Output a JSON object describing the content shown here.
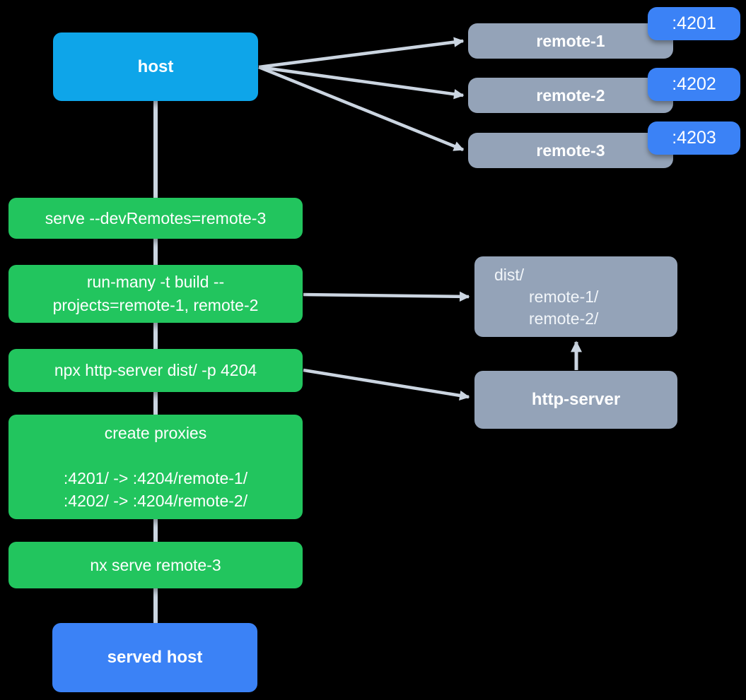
{
  "diagram": {
    "host": {
      "label": "host"
    },
    "remotes": [
      {
        "label": "remote-1",
        "port": ":4201"
      },
      {
        "label": "remote-2",
        "port": ":4202"
      },
      {
        "label": "remote-3",
        "port": ":4203"
      }
    ],
    "steps": [
      {
        "lines": [
          "serve --devRemotes=remote-3"
        ]
      },
      {
        "lines": [
          "run-many -t build --",
          "projects=remote-1, remote-2"
        ]
      },
      {
        "lines": [
          "npx http-server dist/ -p 4204"
        ]
      },
      {
        "lines": [
          "create proxies",
          "",
          ":4201/ -> :4204/remote-1/",
          ":4202/ -> :4204/remote-2/"
        ]
      },
      {
        "lines": [
          "nx serve remote-3"
        ]
      }
    ],
    "dist": {
      "lines": [
        "dist/",
        "remote-1/",
        "remote-2/"
      ]
    },
    "http_server": {
      "label": "http-server"
    },
    "served_host": {
      "label": "served host"
    }
  },
  "colors": {
    "background": "#000000",
    "host_fill": "#0EA5E9",
    "step_fill": "#22C55E",
    "remote_fill": "#94A3B8",
    "badge_fill": "#3B82F6",
    "served_host_fill": "#3B82F6",
    "arrow": "#CBD5E1",
    "text": "#FFFFFF"
  }
}
